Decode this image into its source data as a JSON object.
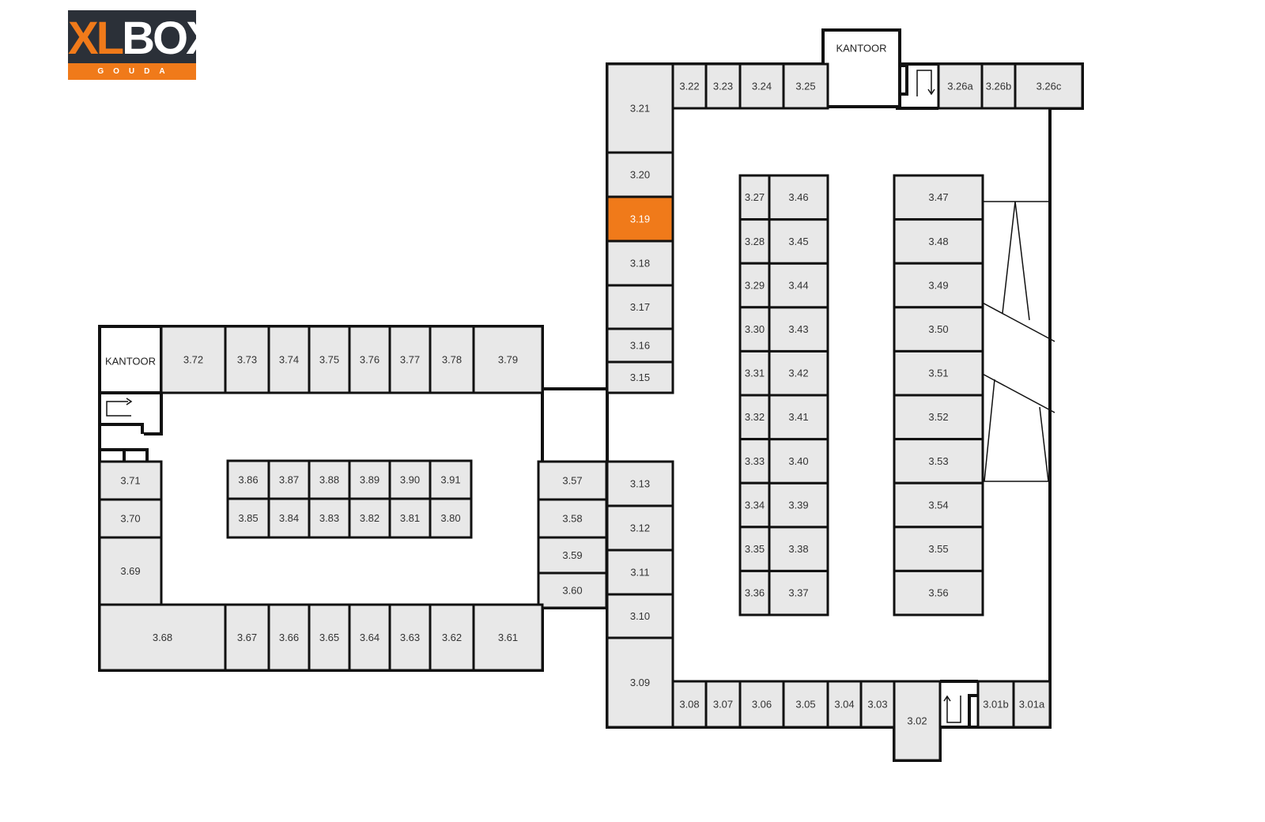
{
  "logo": {
    "brand_left": "XL",
    "brand_right": "BOX",
    "city": "GOUDA"
  },
  "offices": [
    "KANTOOR",
    "KANTOOR"
  ],
  "highlight_color": "#f07a1a",
  "units": [
    {
      "label": "3.01a"
    },
    {
      "label": "3.01b"
    },
    {
      "label": "3.02"
    },
    {
      "label": "3.03"
    },
    {
      "label": "3.04"
    },
    {
      "label": "3.05"
    },
    {
      "label": "3.06"
    },
    {
      "label": "3.07"
    },
    {
      "label": "3.08"
    },
    {
      "label": "3.09"
    },
    {
      "label": "3.10"
    },
    {
      "label": "3.11"
    },
    {
      "label": "3.12"
    },
    {
      "label": "3.13"
    },
    {
      "label": "3.15"
    },
    {
      "label": "3.16"
    },
    {
      "label": "3.17"
    },
    {
      "label": "3.18"
    },
    {
      "label": "3.19",
      "highlighted": true
    },
    {
      "label": "3.20"
    },
    {
      "label": "3.21"
    },
    {
      "label": "3.22"
    },
    {
      "label": "3.23"
    },
    {
      "label": "3.24"
    },
    {
      "label": "3.25"
    },
    {
      "label": "3.26a"
    },
    {
      "label": "3.26b"
    },
    {
      "label": "3.26c"
    },
    {
      "label": "3.27"
    },
    {
      "label": "3.28"
    },
    {
      "label": "3.29"
    },
    {
      "label": "3.30"
    },
    {
      "label": "3.31"
    },
    {
      "label": "3.32"
    },
    {
      "label": "3.33"
    },
    {
      "label": "3.34"
    },
    {
      "label": "3.35"
    },
    {
      "label": "3.36"
    },
    {
      "label": "3.37"
    },
    {
      "label": "3.38"
    },
    {
      "label": "3.39"
    },
    {
      "label": "3.40"
    },
    {
      "label": "3.41"
    },
    {
      "label": "3.42"
    },
    {
      "label": "3.43"
    },
    {
      "label": "3.44"
    },
    {
      "label": "3.45"
    },
    {
      "label": "3.46"
    },
    {
      "label": "3.47"
    },
    {
      "label": "3.48"
    },
    {
      "label": "3.49"
    },
    {
      "label": "3.50"
    },
    {
      "label": "3.51"
    },
    {
      "label": "3.52"
    },
    {
      "label": "3.53"
    },
    {
      "label": "3.54"
    },
    {
      "label": "3.55"
    },
    {
      "label": "3.56"
    },
    {
      "label": "3.57"
    },
    {
      "label": "3.58"
    },
    {
      "label": "3.59"
    },
    {
      "label": "3.60"
    },
    {
      "label": "3.61"
    },
    {
      "label": "3.62"
    },
    {
      "label": "3.63"
    },
    {
      "label": "3.64"
    },
    {
      "label": "3.65"
    },
    {
      "label": "3.66"
    },
    {
      "label": "3.67"
    },
    {
      "label": "3.68"
    },
    {
      "label": "3.69"
    },
    {
      "label": "3.70"
    },
    {
      "label": "3.71"
    },
    {
      "label": "3.72"
    },
    {
      "label": "3.73"
    },
    {
      "label": "3.74"
    },
    {
      "label": "3.75"
    },
    {
      "label": "3.76"
    },
    {
      "label": "3.77"
    },
    {
      "label": "3.78"
    },
    {
      "label": "3.79"
    },
    {
      "label": "3.80"
    },
    {
      "label": "3.81"
    },
    {
      "label": "3.82"
    },
    {
      "label": "3.83"
    },
    {
      "label": "3.84"
    },
    {
      "label": "3.85"
    },
    {
      "label": "3.86"
    },
    {
      "label": "3.87"
    },
    {
      "label": "3.88"
    },
    {
      "label": "3.89"
    },
    {
      "label": "3.90"
    },
    {
      "label": "3.91"
    }
  ]
}
